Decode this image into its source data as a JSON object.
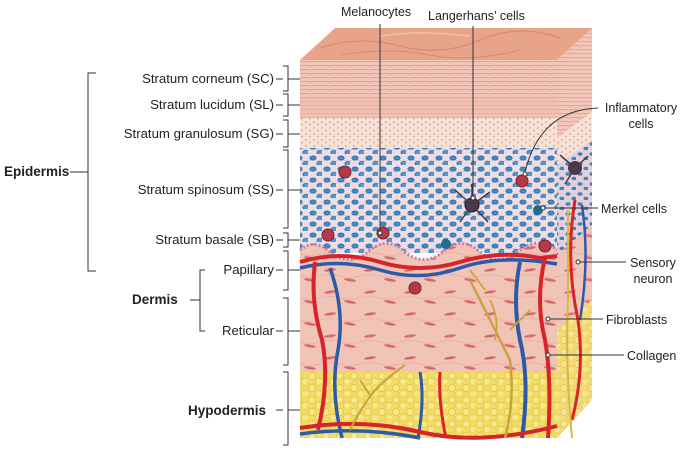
{
  "labels": {
    "epidermis": "Epidermis",
    "dermis": "Dermis",
    "hypodermis": "Hypodermis",
    "stratum_corneum": "Stratum corneum (SC)",
    "stratum_lucidum": "Stratum lucidum (SL)",
    "stratum_granulosum": "Stratum granulosum (SG)",
    "stratum_spinosum": "Stratum spinosum (SS)",
    "stratum_basale": "Stratum basale (SB)",
    "papillary": "Papillary",
    "reticular": "Reticular",
    "melanocytes": "Melanocytes",
    "langerhans": "Langerhans’ cells",
    "inflammatory_1": "Inflammatory",
    "inflammatory_2": "cells",
    "merkel": "Merkel cells",
    "sensory_1": "Sensory",
    "sensory_2": "neuron",
    "fibroblasts": "Fibroblasts",
    "collagen": "Collagen"
  },
  "colors": {
    "surface": "#e9a98c",
    "corneum": "#f2c1b3",
    "granulosum": "#f7e0d6",
    "spinosum": "#e9d9e4",
    "keratinocyte": "#3d8fc7",
    "dermis": "#f1c3b6",
    "hypodermis": "#f1d95a",
    "artery": "#d8232a",
    "vein": "#2c5aa8",
    "nerve": "#c9a33a"
  }
}
